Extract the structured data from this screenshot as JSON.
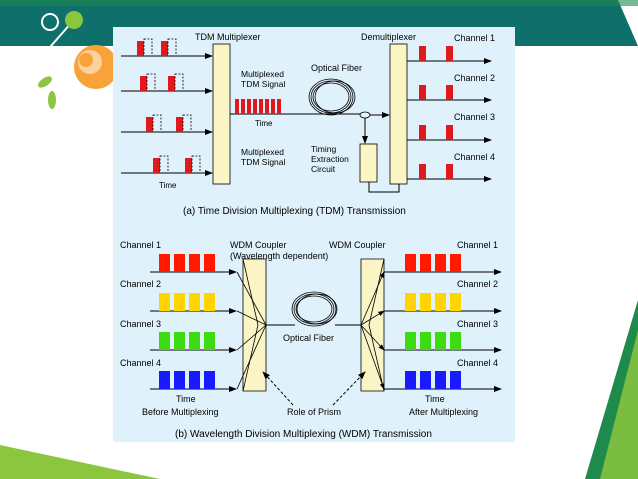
{
  "colors": {
    "panel_bg": "#dff1fb",
    "slide_green": "#1e8a4c",
    "slide_lime": "#8cc63f",
    "teal": "#0f6f6b",
    "mux_box": "#fbf5c6",
    "tdm_pulse": "#e0191e",
    "arrow": "#000000",
    "channel_red": "#ff1a00",
    "channel_yellow": "#ffd400",
    "channel_green": "#3ddb12",
    "channel_blue": "#1a1aff",
    "logo_orange": "#f7a338",
    "logo_green": "#8cc63f"
  },
  "tdm": {
    "mux_label": "TDM Multiplexer",
    "demux_label": "Demultiplexer",
    "multiplexed_signal_top": "Multiplexed\nTDM Signal",
    "multiplexed_signal_bottom": "Multiplexed\nTDM Signal",
    "optical_fiber_label": "Optical Fiber",
    "time_label_signal": "Time",
    "time_label_input": "Time",
    "timing_label": "Timing\nExtraction\nCircuit",
    "channels": [
      "Channel 1",
      "Channel 2",
      "Channel 3",
      "Channel 4"
    ],
    "caption": "(a) Time Division Multiplexing (TDM) Transmission"
  },
  "wdm": {
    "coupler_left_label": "WDM Coupler\n(Wavelength dependent)",
    "coupler_right_label": "WDM Coupler",
    "optical_fiber_label": "Optical Fiber",
    "left_channels": [
      "Channel 1",
      "Channel 2",
      "Channel 3",
      "Channel 4"
    ],
    "right_channels": [
      "Channel 1",
      "Channel 2",
      "Channel 3",
      "Channel 4"
    ],
    "time_left": "Time",
    "time_right": "Time",
    "before_label": "Before Multiplexing",
    "after_label": "After Multiplexing",
    "prism_label": "Role of Prism",
    "caption": "(b) Wavelength Division Multiplexing (WDM) Transmission"
  }
}
